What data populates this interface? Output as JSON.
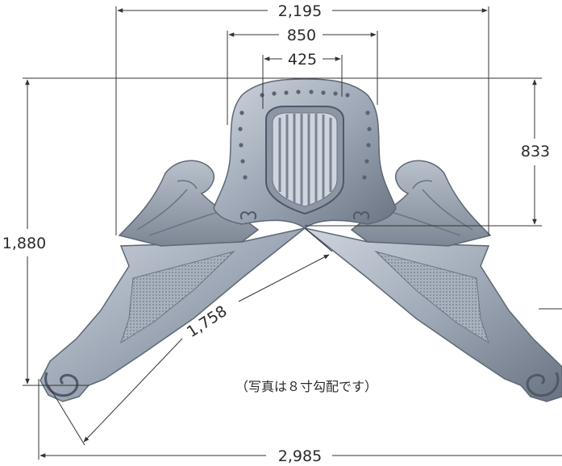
{
  "dimensions": {
    "total_width": "2,195",
    "upper_width": "850",
    "shield_width": "425",
    "upper_height": "833",
    "total_height": "1,880",
    "slope_length": "1,758",
    "base_width": "2,985"
  },
  "note": "（写真は８寸勾配です）",
  "colors": {
    "ornament_fill": "#9ea8b6",
    "ornament_light": "#c9d0da",
    "ornament_dark": "#5e6775",
    "dimension_line": "#333333"
  }
}
